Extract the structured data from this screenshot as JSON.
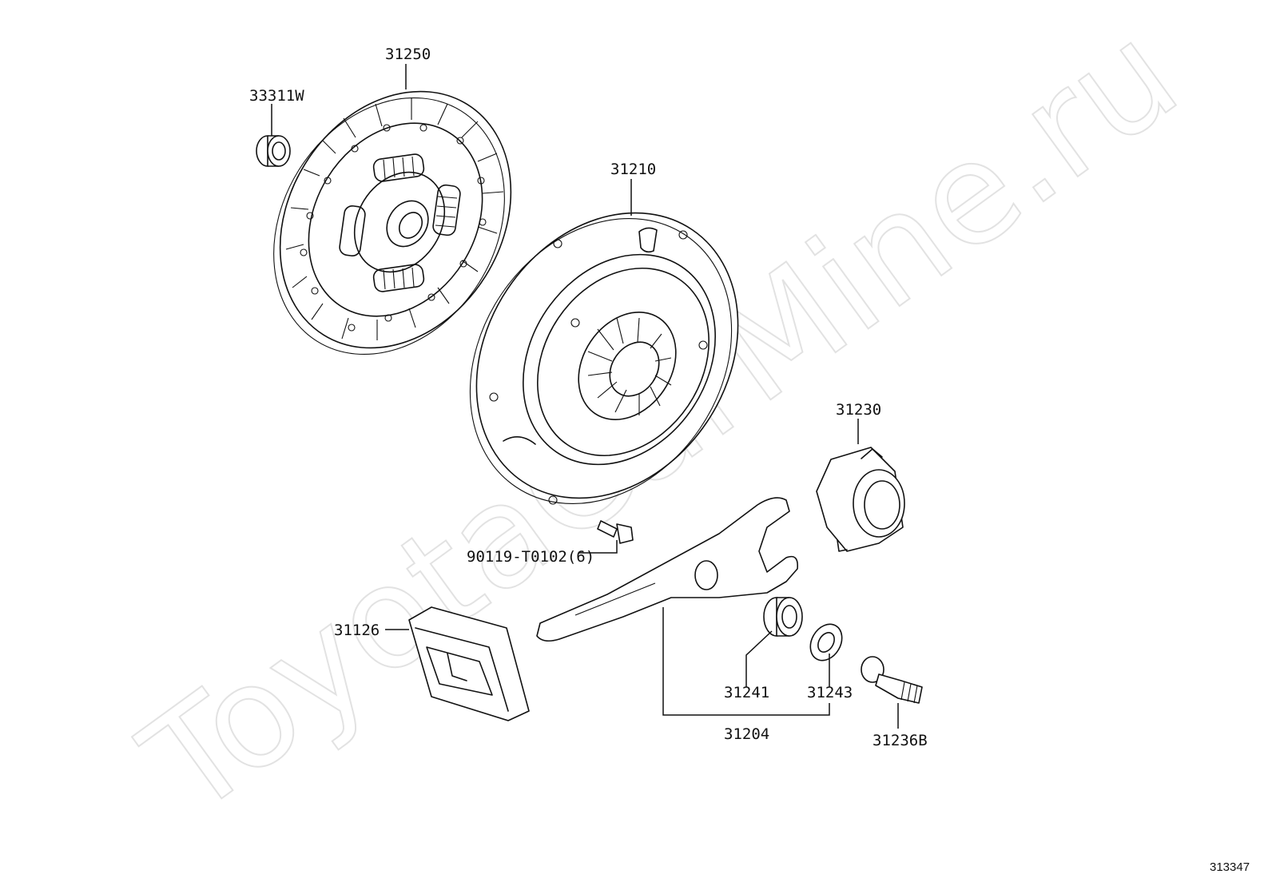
{
  "watermark": "ToyotaCarMine.ru",
  "diagram_id": "313347",
  "parts": {
    "clutch_disc": "31250",
    "pilot_bearing": "33311W",
    "clutch_cover": "31210",
    "release_bearing": "31230",
    "bolt": "90119-T0102(6)",
    "boot": "31126",
    "release_fork": "31204",
    "fork_boot": "31241",
    "fork_retainer": "31243",
    "fork_support": "31236B"
  }
}
